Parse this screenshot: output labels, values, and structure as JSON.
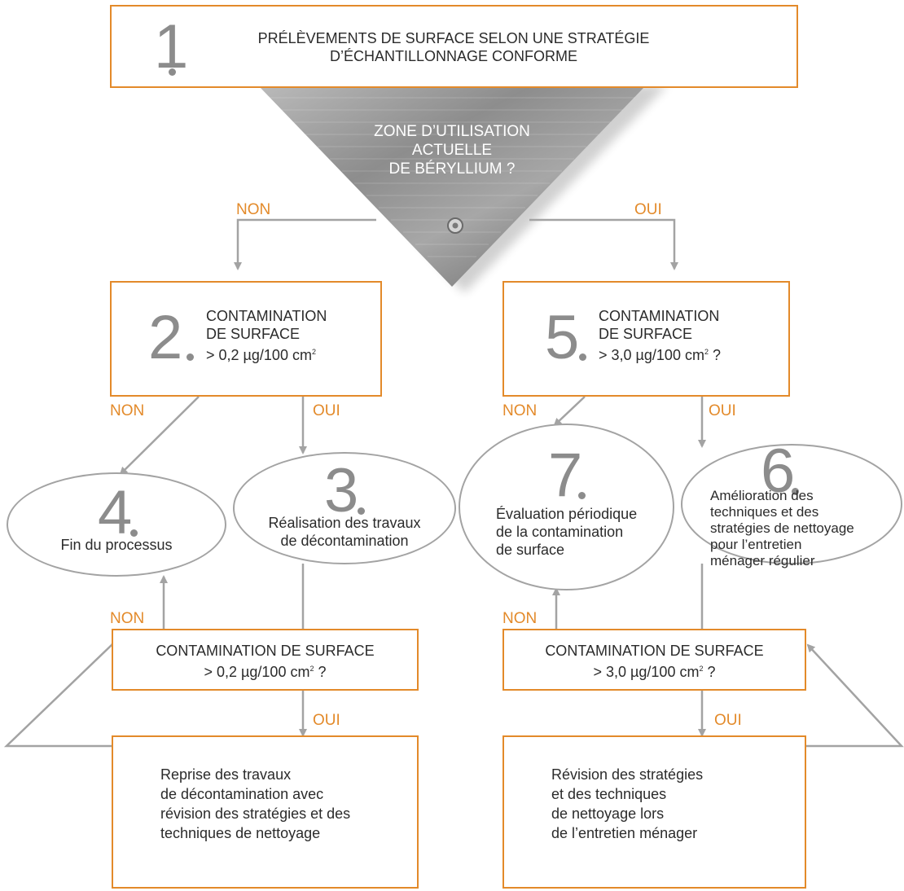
{
  "step1": {
    "num": "1",
    "line1": "PRÉLÈVEMENTS DE SURFACE SELON UNE STRATÉGIE",
    "line2": "D’ÉCHANTILLONNAGE CONFORME"
  },
  "question": {
    "line1": "ZONE D’UTILISATION",
    "line2": "ACTUELLE",
    "line3": "DE BÉRYLLIUM ?"
  },
  "labels": {
    "no": "NON",
    "yes": "OUI"
  },
  "step2": {
    "num": "2",
    "line1": "CONTAMINATION",
    "line2": "DE SURFACE",
    "value": "> 0,2 µg/100 cm",
    "sup": "2",
    "suffix": ""
  },
  "step5": {
    "num": "5",
    "line1": "CONTAMINATION",
    "line2": "DE SURFACE",
    "value": "> 3,0 µg/100 cm",
    "sup": "2",
    "suffix": " ?"
  },
  "step4": {
    "num": "4",
    "text": "Fin du processus"
  },
  "step3": {
    "num": "3",
    "line1": "Réalisation des travaux",
    "line2": "de décontamination"
  },
  "step7": {
    "num": "7",
    "line1": "Évaluation périodique",
    "line2": "de la contamination",
    "line3": "de surface"
  },
  "step6": {
    "num": "6",
    "line1": "Amélioration des",
    "line2": "techniques et des",
    "line3": "stratégies de nettoyage",
    "line4": "pour l’entretien",
    "line5": "ménager régulier"
  },
  "check_left": {
    "line1": "CONTAMINATION DE SURFACE",
    "value": "> 0,2 µg/100 cm",
    "sup": "2",
    "suffix": " ?"
  },
  "check_right": {
    "line1": "CONTAMINATION DE SURFACE",
    "value": "> 3,0 µg/100 cm",
    "sup": "2",
    "suffix": " ?"
  },
  "action_left": {
    "line1": "Reprise des travaux",
    "line2": "de décontamination avec",
    "line3": "révision des stratégies et des",
    "line4": "techniques de nettoyage"
  },
  "action_right": {
    "line1": "Révision des stratégies",
    "line2": "et des techniques",
    "line3": "de nettoyage lors",
    "line4": "de l’entretien ménager"
  },
  "colors": {
    "accent": "#e38a2a",
    "connector": "#a3a3a3",
    "numeral": "#8c8c8c",
    "text": "#2b2b2b"
  }
}
